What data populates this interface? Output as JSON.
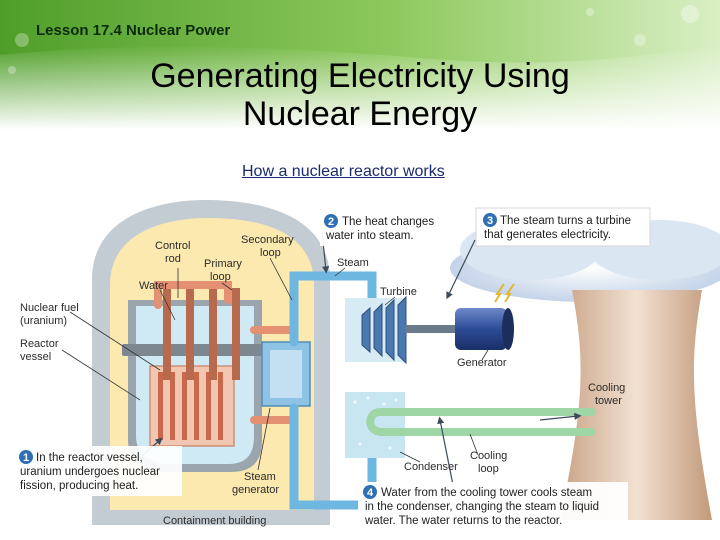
{
  "header": {
    "lesson": "Lesson 17.4 Nuclear Power",
    "title_line1": "Generating Electricity Using",
    "title_line2": "Nuclear Energy",
    "subtitle": "How a nuclear reactor works"
  },
  "labels": {
    "control_rod_1": "Control",
    "control_rod_2": "rod",
    "secondary_loop_1": "Secondary",
    "secondary_loop_2": "loop",
    "primary_loop_1": "Primary",
    "primary_loop_2": "loop",
    "water": "Water",
    "nuclear_fuel_1": "Nuclear fuel",
    "nuclear_fuel_2": "(uranium)",
    "reactor_vessel_1": "Reactor",
    "reactor_vessel_2": "vessel",
    "steam": "Steam",
    "turbine": "Turbine",
    "generator": "Generator",
    "cooling_tower_1": "Cooling",
    "cooling_tower_2": "tower",
    "condenser": "Condenser",
    "cooling_loop_1": "Cooling",
    "cooling_loop_2": "loop",
    "steam_generator_1": "Steam",
    "steam_generator_2": "generator",
    "containment_building": "Containment building"
  },
  "steps": [
    {
      "number": "1",
      "lines": [
        "In the reactor vessel,",
        "uranium undergoes nuclear",
        "fission, producing heat."
      ]
    },
    {
      "number": "2",
      "lines": [
        "The heat changes",
        "water into steam."
      ]
    },
    {
      "number": "3",
      "lines": [
        "The steam turns a turbine",
        "that generates electricity."
      ]
    },
    {
      "number": "4",
      "lines": [
        "Water from the cooling tower cools steam",
        "in the condenser, changing the steam to liquid",
        "water. The water returns to the reactor."
      ]
    }
  ],
  "colors": {
    "banner_green": "#5aa832",
    "containment": "#fbe9b0",
    "water_light": "#bfe3f0",
    "step_badge": "#2f6fb3",
    "cooling_loop": "#9fd6a6"
  }
}
